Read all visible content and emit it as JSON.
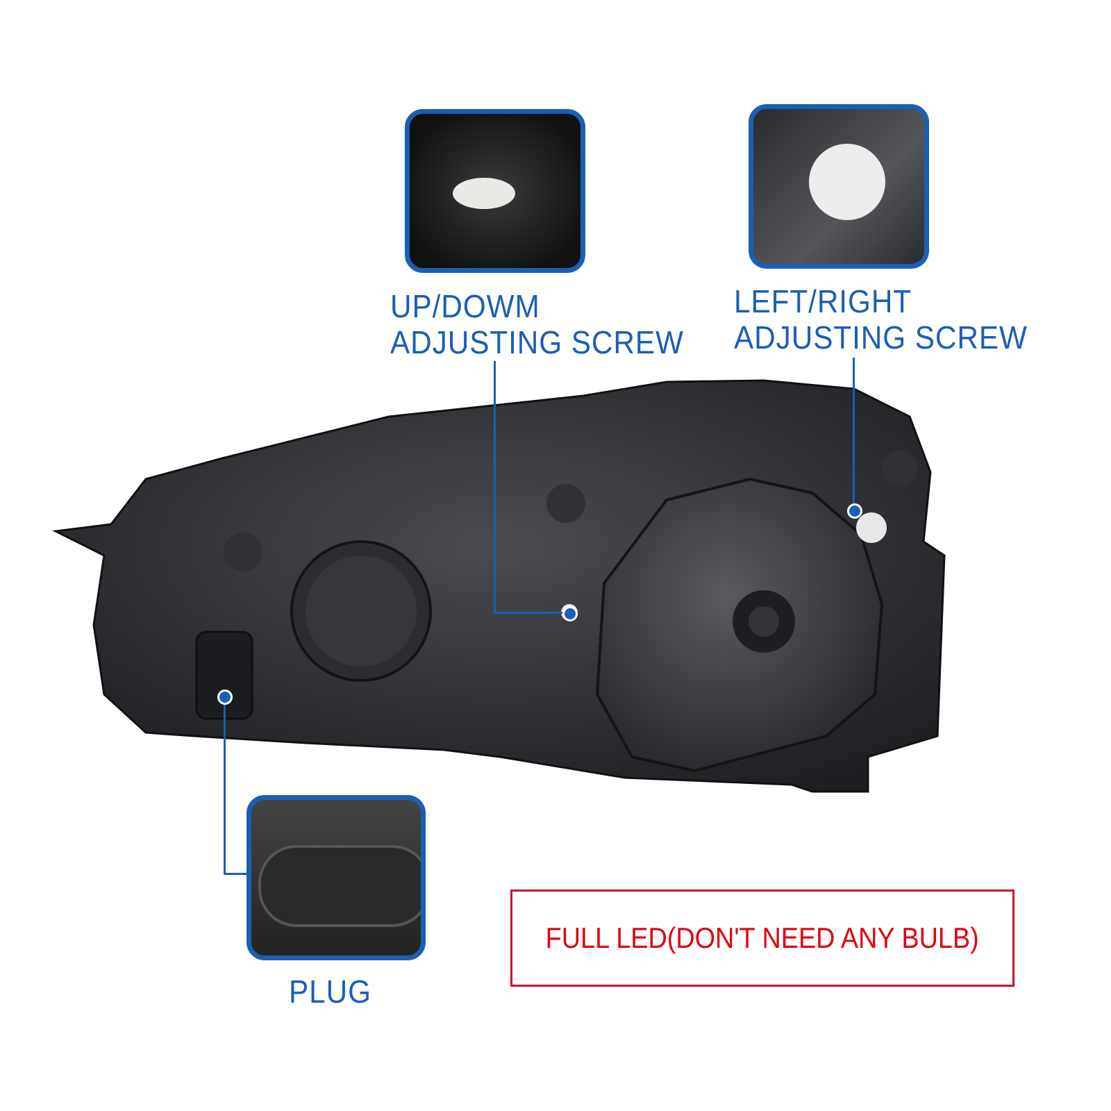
{
  "callouts": {
    "updown": {
      "line1": "UP/DOWM",
      "line2": "ADJUSTING SCREW"
    },
    "leftright": {
      "line1": "LEFT/RIGHT",
      "line2": "ADJUSTING SCREW"
    },
    "plug": {
      "label": "PLUG"
    }
  },
  "feature_box": {
    "text": "FULL LED(DON'T NEED ANY BULB)"
  },
  "colors": {
    "accent_blue": "#1a5fb4",
    "feature_red": "#e00010",
    "product_dark": "#2a2b2e"
  }
}
